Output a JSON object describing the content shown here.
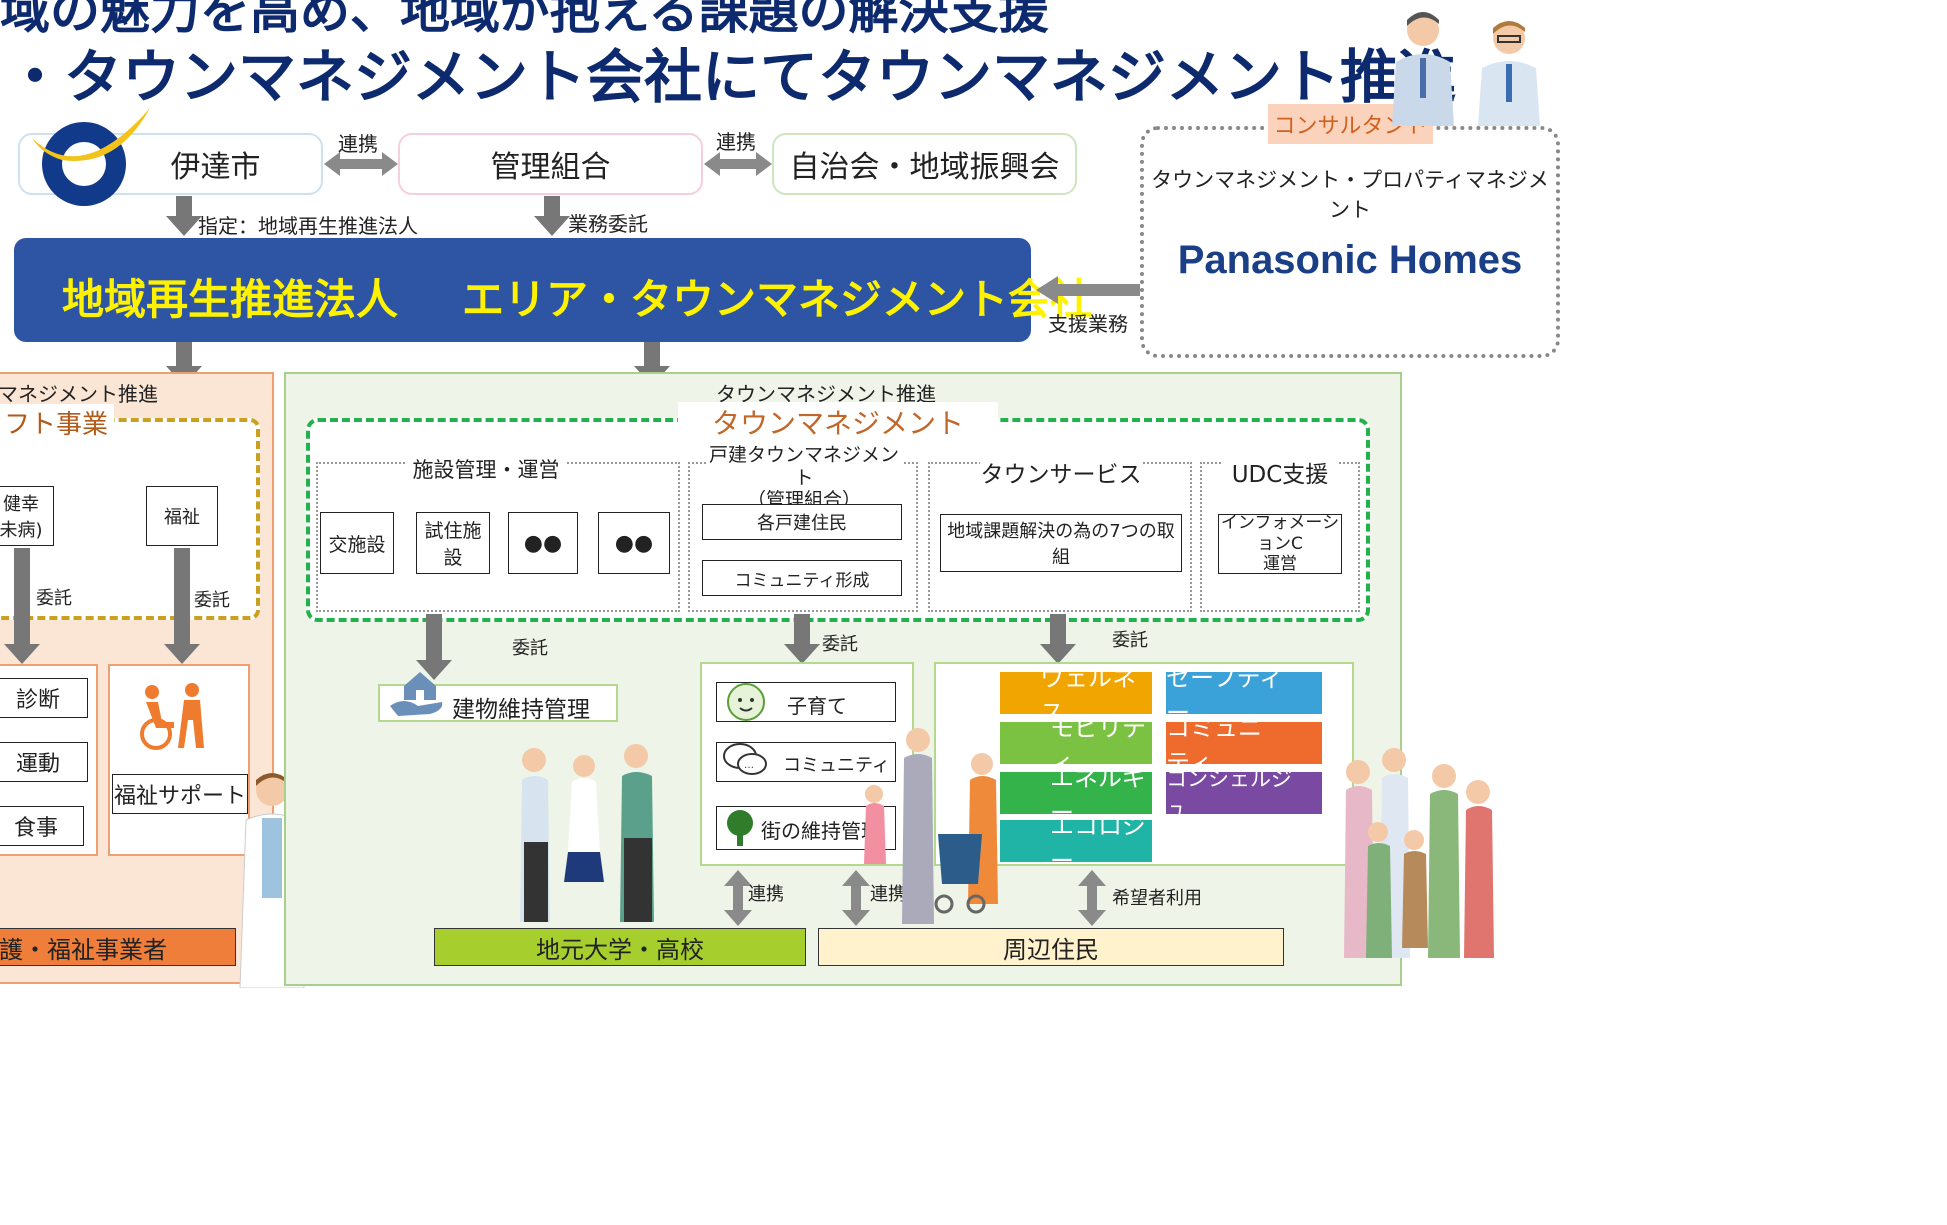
{
  "title": {
    "line1": "域の魅力を高め、地域が抱える課題の解決支援",
    "line2": "・タウンマネジメント会社にてタウンマネジメント推進"
  },
  "top": {
    "city": "伊達市",
    "union": "管理組合",
    "council": "自治会・地域振興会",
    "link1": "連携",
    "link2": "連携",
    "designate": "指定：地域再生推進法人",
    "outsource": "業務委託"
  },
  "main_bar": {
    "left": "地域再生推進法人",
    "right": "エリア・タウンマネジメント会社"
  },
  "consultant": {
    "tag": "コンサルタント",
    "desc": "タウンマネジメント・プロパティマネジメント",
    "logo": "Panasonic Homes",
    "support": "支援業務"
  },
  "left_panel": {
    "header": "マネジメント推進",
    "section": "フト事業",
    "box1": "健幸\n未病)",
    "box2": "福祉",
    "itaku1": "委託",
    "itaku2": "委託",
    "diag": "診断",
    "exercise": "運動",
    "meal": "食事",
    "welfare_support": "福祉サポート",
    "footer": "護・福祉事業者"
  },
  "tm_panel": {
    "header": "タウンマネジメント推進",
    "section": "タウンマネジメント",
    "facility": {
      "title": "施設管理・運営",
      "items": [
        "交施設",
        "試住施設",
        "●●",
        "●●"
      ]
    },
    "detached": {
      "title": "戸建タウンマネジメント\n（管理組合）",
      "items": [
        "各戸建住民",
        "コミュニティ形成"
      ]
    },
    "service": {
      "title": "タウンサービス",
      "item": "地域課題解決の為の7つの取組"
    },
    "udc": {
      "title": "UDC支援",
      "item": "インフォメーションC\n運営"
    },
    "itaku1": "委託",
    "itaku2": "委託",
    "itaku3": "委託",
    "building": "建物維持管理",
    "services": [
      "子育て",
      "コミュニティ",
      "街の維持管理"
    ],
    "link1": "連携",
    "link2": "連携",
    "hope": "希望者利用",
    "university": "地元大学・高校",
    "residents": "周辺住民",
    "categories": [
      {
        "label": "ウェルネス",
        "color": "#f0a500"
      },
      {
        "label": "セーフティー",
        "color": "#3aa2d8"
      },
      {
        "label": "モビリティ",
        "color": "#7cc242"
      },
      {
        "label": "コミュニティ",
        "color": "#ef6a2d"
      },
      {
        "label": "エネルギー",
        "color": "#33b34a"
      },
      {
        "label": "コンシェルジュ",
        "color": "#7a4aa2"
      },
      {
        "label": "エコロジー",
        "color": "#1fb4a6"
      }
    ]
  }
}
